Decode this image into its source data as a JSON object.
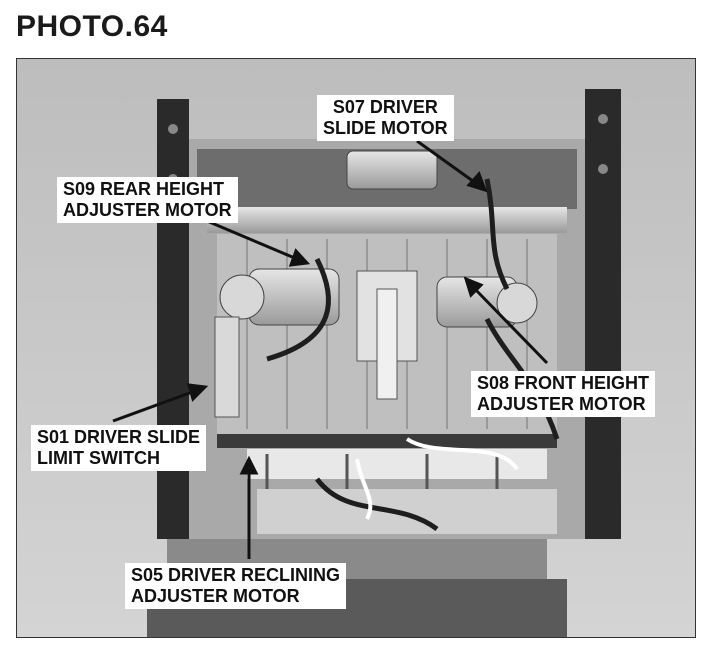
{
  "photo_title": "PHOTO.64",
  "callouts": {
    "s07": {
      "line1": "S07 DRIVER",
      "line2": "SLIDE MOTOR"
    },
    "s09": {
      "line1": "S09 REAR HEIGHT",
      "line2": "ADJUSTER MOTOR"
    },
    "s08": {
      "line1": "S08 FRONT HEIGHT",
      "line2": "ADJUSTER MOTOR"
    },
    "s01": {
      "line1": "S01 DRIVER SLIDE",
      "line2": "LIMIT SWITCH"
    },
    "s05": {
      "line1": "S05 DRIVER RECLINING",
      "line2": "ADJUSTER MOTOR"
    }
  }
}
